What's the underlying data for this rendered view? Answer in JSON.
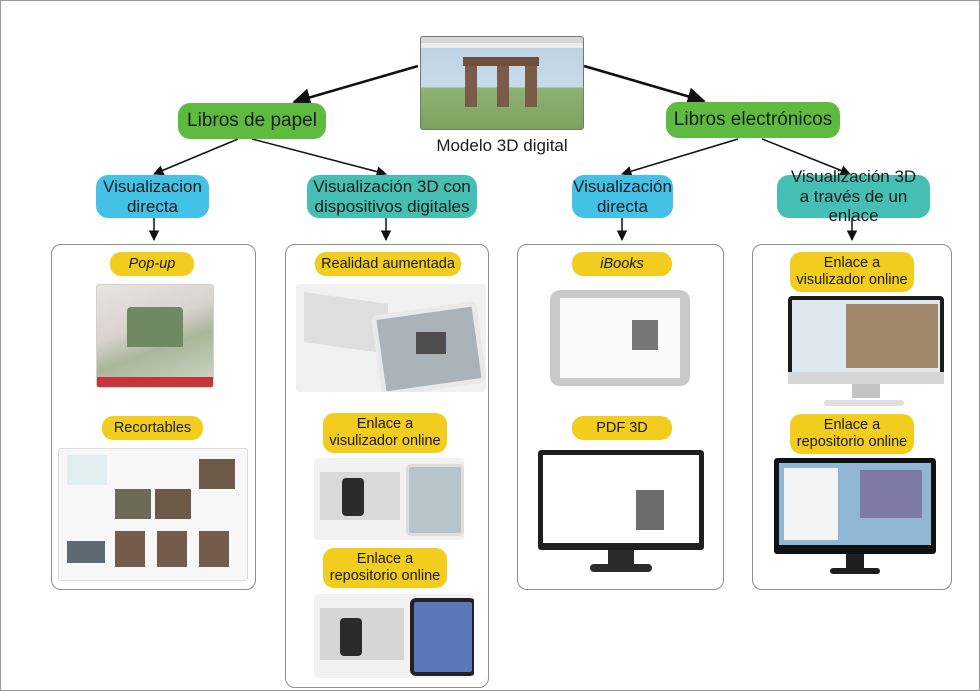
{
  "top": {
    "caption": "Modelo 3D digital",
    "screenshot_icon": "sketchup-window-thumbnail"
  },
  "level1": {
    "left": "Libros de papel",
    "right": "Libros electrónicos"
  },
  "level2": [
    "Visualizacion\ndirecta",
    "Visualización 3D con\ndispositivos digitales",
    "Visualización\ndirecta",
    "Visualización 3D\na través de un enlace"
  ],
  "panels": [
    {
      "items": [
        {
          "label": "Pop-up",
          "icon": "popup-book-photo"
        },
        {
          "label": "Recortables",
          "icon": "cutout-sheet-photo"
        }
      ]
    },
    {
      "items": [
        {
          "label": "Realidad aumentada",
          "icon": "tablet-ar-photo"
        },
        {
          "label": "Enlace a\nvisulizador online",
          "icon": "phone-tablet-photo"
        },
        {
          "label": "Enlace a\nrepositorio online",
          "icon": "phone-tablet-repo-photo"
        }
      ]
    },
    {
      "items": [
        {
          "label": "iBooks",
          "icon": "ipad-ibooks-photo"
        },
        {
          "label": "PDF 3D",
          "icon": "monitor-pdf-photo"
        }
      ]
    },
    {
      "items": [
        {
          "label": "Enlace a\nvisulizador online",
          "icon": "imac-viewer-photo"
        },
        {
          "label": "Enlace a\nrepositorio online",
          "icon": "dell-monitor-photo"
        }
      ]
    }
  ],
  "colors": {
    "green": "#5dbb3f",
    "blue": "#43c1e6",
    "teal": "#45bfb3",
    "yellow": "#f2cd1d",
    "arrow": "#111111"
  }
}
